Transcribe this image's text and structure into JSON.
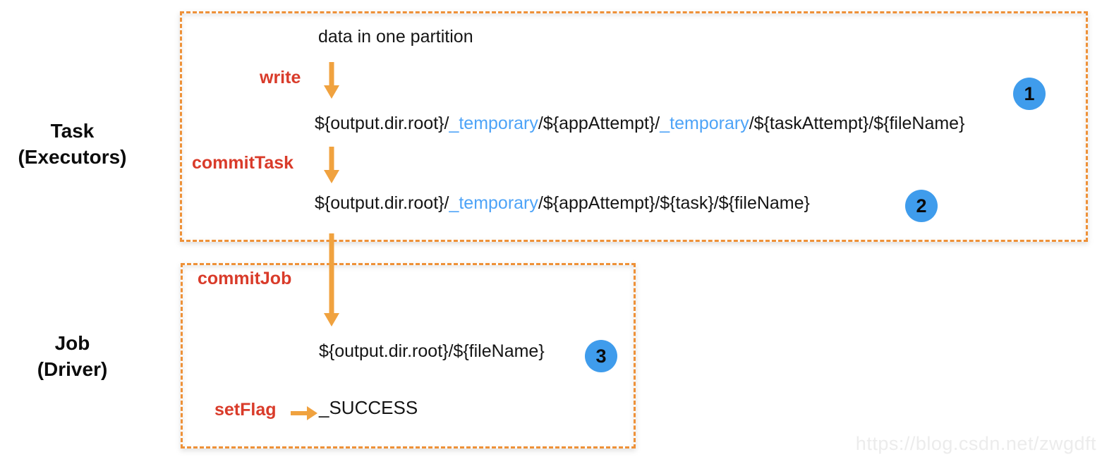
{
  "side_labels": {
    "task": {
      "line1": "Task",
      "line2": "(Executors)"
    },
    "job": {
      "line1": "Job",
      "line2": "(Driver)"
    }
  },
  "task_box": {
    "partition_label": "data in one partition",
    "write_label": "write",
    "commit_task_label": "commitTask"
  },
  "job_box": {
    "commit_job_label": "commitJob",
    "set_flag_label": "setFlag",
    "success_label": "_SUCCESS"
  },
  "paths": {
    "p1": {
      "badge": "1",
      "segments": [
        {
          "text": "${output.dir.root}/"
        },
        {
          "text": "_temporary"
        },
        {
          "text": "/${appAttempt}/"
        },
        {
          "text": "_temporary"
        },
        {
          "text": "/${taskAttempt}/${fileName}"
        }
      ]
    },
    "p2": {
      "badge": "2",
      "segments": [
        {
          "text": "${output.dir.root}/"
        },
        {
          "text": "_temporary"
        },
        {
          "text": "/${appAttempt}/${task}/${fileName}"
        }
      ]
    },
    "p3": {
      "badge": "3",
      "segments": [
        {
          "text": "${output.dir.root}/${fileName}"
        }
      ]
    }
  },
  "watermark": "https://blog.csdn.net/zwgdft",
  "colors": {
    "accent-orange": "#F0A23F",
    "border-orange": "#EE9138",
    "label-red": "#D93B2A",
    "path-blue": "#4DA3F7",
    "badge-blue": "#3F9CEC",
    "text-dark": "#151515",
    "watermark-gray": "#ECECEC"
  }
}
